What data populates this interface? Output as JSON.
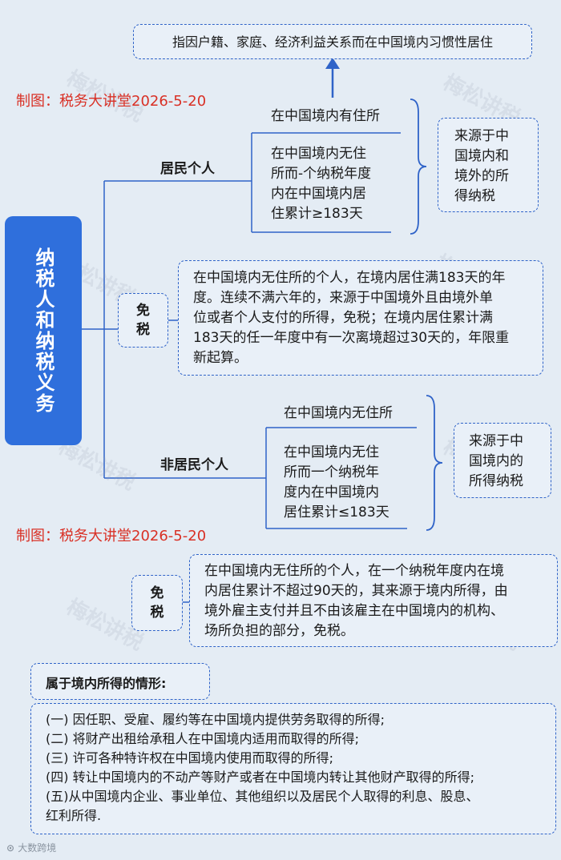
{
  "title": "纳税人和纳税义务",
  "habitual_note": "指因户籍、家庭、经济利益关系而在中国境内习惯性居住",
  "credit": "制图：税务大讲堂2026-5-20",
  "resident": {
    "label": "居民个人",
    "cond1": "在中国境内有住所",
    "cond2_lines": [
      "在中国境内无住",
      "所而-个纳税年度",
      "内在中国境内居",
      "住累计≥183天"
    ],
    "scope_lines": [
      "来源于中",
      "国境内和",
      "境外的所",
      "得纳税"
    ]
  },
  "exempt1": {
    "label_lines": [
      "免",
      "税"
    ],
    "text_lines": [
      "在中国境内无住所的个人，在境内居住满183天的年",
      "度。连续不满六年的，来源于中国境外且由境外单",
      "位或者个人支付的所得，免税；在境内居住累计满",
      "183天的任一年度中有一次离境超过30天的，年限重",
      "新起算。"
    ]
  },
  "nonresident": {
    "label": "非居民个人",
    "cond1": "在中国境内无住所",
    "cond2_lines": [
      "在中国境内无住",
      "所而一个纳税年",
      "度内在中国境内",
      "居住累计≤183天"
    ],
    "scope_lines": [
      "来源于中",
      "国境内的",
      "所得纳税"
    ]
  },
  "exempt2": {
    "label_lines": [
      "免",
      "税"
    ],
    "text_lines": [
      "在中国境内无住所的个人，在一个纳税年度内在境",
      "内居住累计不超过90天的，其来源于境内所得，由",
      "境外雇主支付并且不由该雇主在中国境内的机构、",
      "场所负担的部分，免税。"
    ]
  },
  "domestic": {
    "heading": "属于境内所得的情形:",
    "items": [
      "(一) 因任职、受雇、履约等在中国境内提供劳务取得的所得;",
      "(二) 将财产出租给承租人在中国境内适用而取得的所得;",
      "(三) 许可各种特许权在中国境内使用而取得的所得;",
      "(四) 转让中国境内的不动产等财产或者在中国境内转让其他财产取得的所得;",
      "(五)从中国境内企业、事业单位、其他组织以及居民个人取得的利息、股息、",
      "红利所得."
    ]
  },
  "watermark_text": "梅松讲税",
  "footer": "大数跨境",
  "colors": {
    "accent": "#2f6fdc",
    "line": "#2f63c8",
    "credit": "#d93025"
  }
}
